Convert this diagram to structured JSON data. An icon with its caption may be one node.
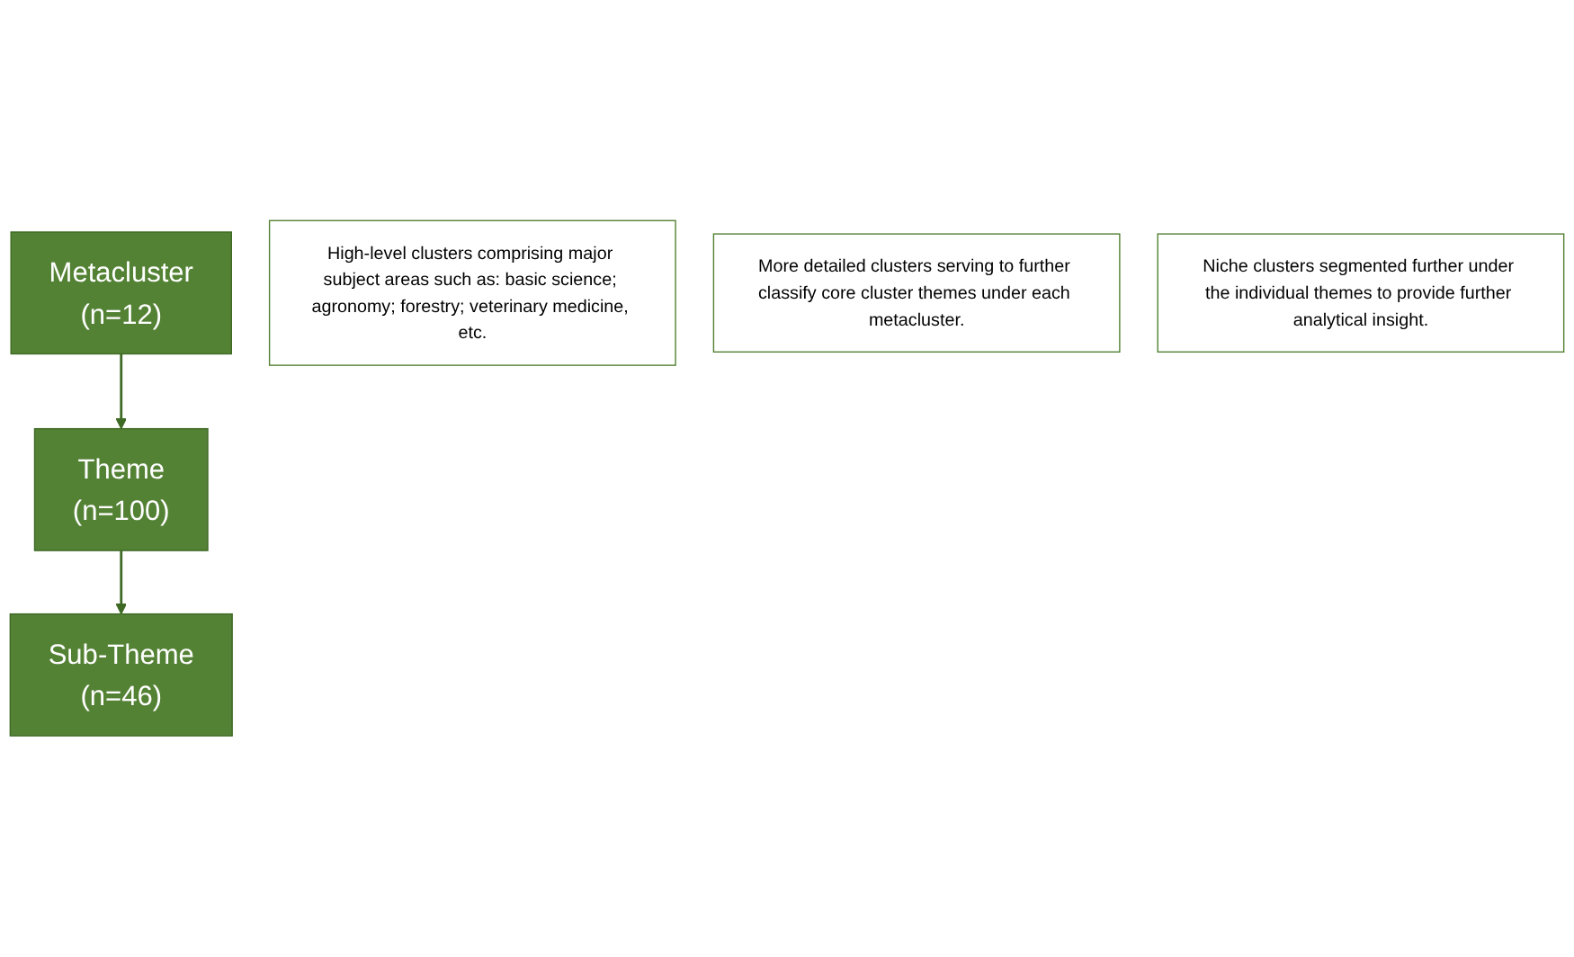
{
  "diagram": {
    "nodes": [
      {
        "text": [
          "Metacluster",
          "(n=12)"
        ]
      },
      {
        "text": [
          "High-level clusters comprising major subject areas such as: basic science; agronomy; forestry; veterinary medicine, etc."
        ]
      },
      {
        "text": [
          "Theme",
          "(n=100)"
        ]
      },
      {
        "text": [
          "More detailed clusters serving to further classify core cluster themes under each metacluster."
        ]
      },
      {
        "text": [
          "Sub-Theme",
          "(n=46)"
        ]
      },
      {
        "text": [
          "Niche clusters segmented further under the individual themes to provide further analytical insight."
        ]
      }
    ],
    "edges": [
      {
        "from": 0,
        "to": 2,
        "arrow": "to"
      },
      {
        "from": 2,
        "to": 4,
        "arrow": "to"
      }
    ]
  }
}
